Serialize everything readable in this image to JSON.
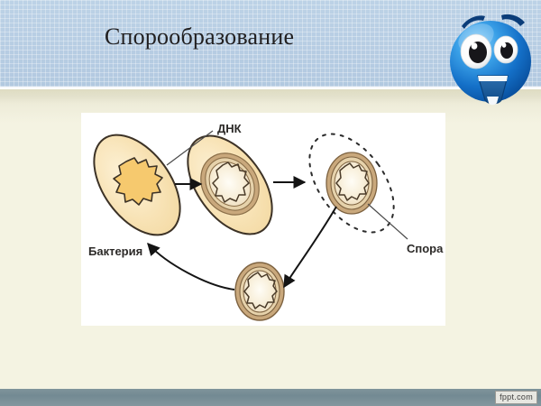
{
  "slide": {
    "title": "Спорообразование",
    "title_color": "#211f20",
    "header_color": "#b7cde3",
    "body_color": "#f4f3e2",
    "footer_color": "#738a93"
  },
  "mascot": {
    "name": "shocked-blue-smiley",
    "body_color": "#1679d0",
    "highlight_color": "#6fc0f2",
    "eye_white": "#ffffff",
    "pupil_color": "#1b1b1b",
    "mouth_color": "#1b5fa6"
  },
  "diagram": {
    "panel_color": "#ffffff",
    "cell_fill": "#f8e2b4",
    "cell_stroke": "#3c3226",
    "spore_ring_outer": "#c8a87b",
    "spore_ring_mid": "#e3cfa6",
    "spore_core": "#f7ecd6",
    "arrow_color": "#1b1b1b",
    "labels": [
      {
        "id": "dna",
        "text": "ДНК"
      },
      {
        "id": "bacterium",
        "text": "Бактерия"
      },
      {
        "id": "spore",
        "text": "Спора"
      }
    ],
    "stages": [
      {
        "id": "stage-1",
        "name": "bacterium-with-dna"
      },
      {
        "id": "stage-2",
        "name": "bacterium-forming-spore"
      },
      {
        "id": "stage-3",
        "name": "spore-released-from-dissolving-cell"
      },
      {
        "id": "stage-4",
        "name": "free-spore"
      }
    ]
  },
  "watermark": {
    "text": "fppt.com"
  }
}
